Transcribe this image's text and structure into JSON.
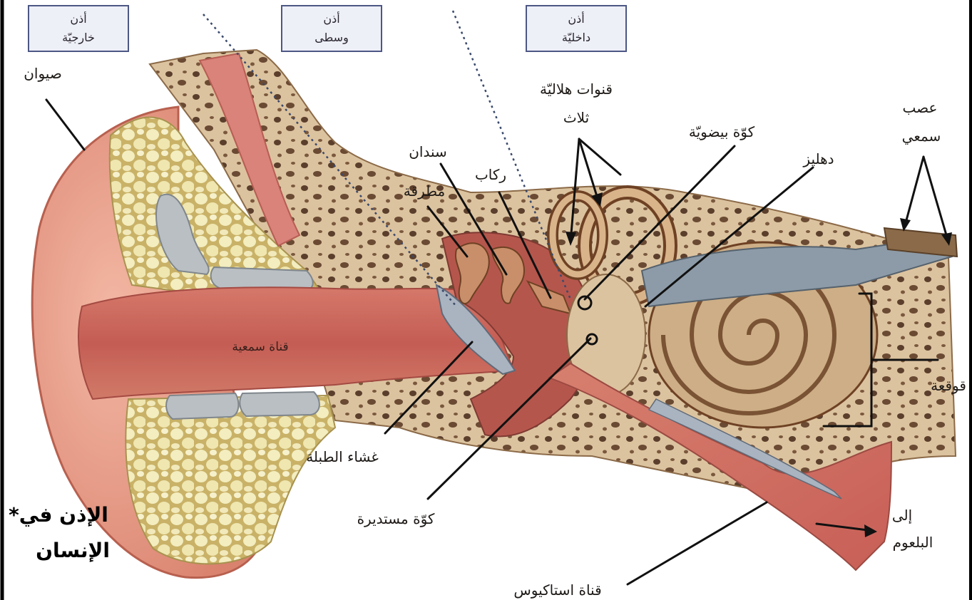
{
  "regions": {
    "outer": [
      "أذن",
      "خارجيّة"
    ],
    "middle": [
      "أذن",
      "وسطى"
    ],
    "inner": [
      "أذن",
      "داخليّة"
    ]
  },
  "labels": {
    "pinna": "صيوان",
    "ear_canal": "قناة سمعية",
    "eardrum": "غشاء الطبلة",
    "hammer": "مطرقة",
    "anvil": "سندان",
    "stirrup": "ركاب",
    "semicircular": [
      "قنوات هلاليّة",
      "ثلاث"
    ],
    "oval_window": "كوّة بيضويّة",
    "vestibule": "دهليز",
    "auditory_nerve": [
      "عصب",
      "سمعي"
    ],
    "cochlea": "قوقعة",
    "round_window": "كوّة مستديرة",
    "eustachian": "قناة استاكيوس",
    "to_pharynx": [
      "إلى",
      "البلعوم"
    ]
  },
  "caption": [
    "*الإذن في",
    "الإنسان"
  ],
  "colors": {
    "skin": "#e79a86",
    "canal": "#cf6a5e",
    "bone": "#dcc39f",
    "fat": "#efe7b4",
    "cartilage": "#b9bfc3",
    "box_fill": "#eef0f8",
    "box_border": "#4c5784"
  }
}
